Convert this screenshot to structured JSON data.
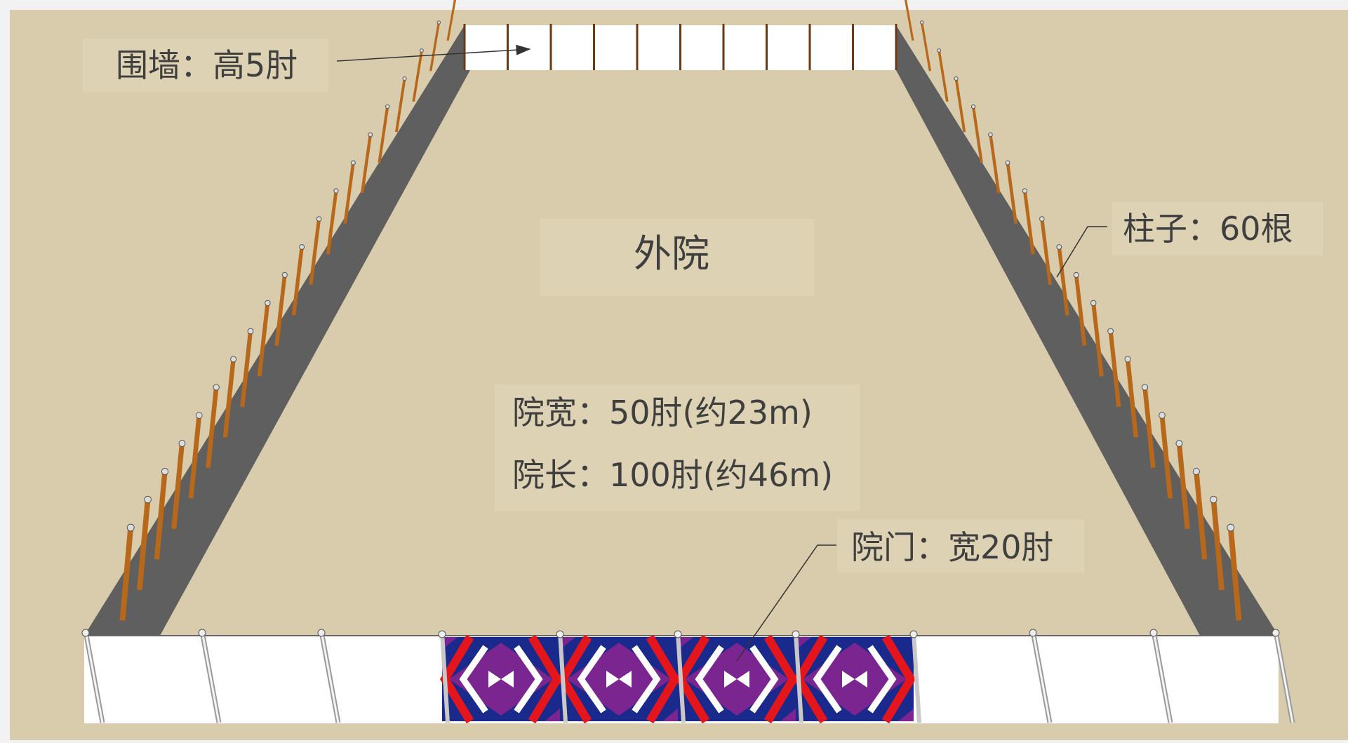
{
  "labels": {
    "wall": "围墙：高5肘",
    "court": "外院",
    "pillars": "柱子：60根",
    "court_width": "院宽：50肘(约23m)",
    "court_length": "院长：100肘(约46m)",
    "gate": "院门：宽20肘"
  },
  "colors": {
    "ground": "#d8ccac",
    "page_border": "#f2f2f2",
    "wall_dark": "#5f5f5f",
    "wall_light": "#ffffff",
    "pillar_wood": "#b8681a",
    "gate_blue": "#1a2a8c",
    "gate_red": "#e4161b",
    "gate_purple": "#7a2590",
    "text": "#3f3f3f"
  },
  "icons": [
    "pointer-arrow-icon"
  ]
}
